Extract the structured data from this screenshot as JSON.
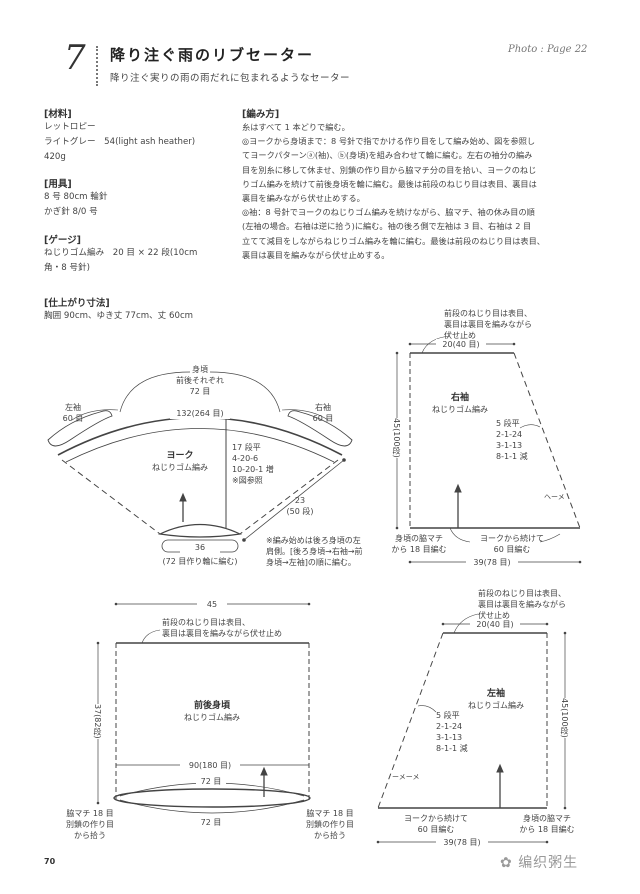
{
  "header": {
    "pattern_number": "7",
    "title": "降り注ぐ雨のリブセーター",
    "subtitle": "降り注ぐ実りの雨の雨だれに包まれるようなセーター",
    "photo_ref": "Photo : Page 22"
  },
  "materials": {
    "heading": "[材料]",
    "lines": [
      "レットロピー",
      "ライトグレー　54(light ash heather)",
      "420g"
    ]
  },
  "tools": {
    "heading": "[用具]",
    "lines": [
      "8 号 80cm 輪針",
      "かぎ針 8/0 号"
    ]
  },
  "gauge": {
    "heading": "[ゲージ]",
    "lines": [
      "ねじりゴム編み　20 目 × 22 段(10cm",
      "角・8 号針)"
    ]
  },
  "finished_size": {
    "heading": "[仕上がり寸法]",
    "lines": [
      "胸囲 90cm、ゆき丈 77cm、丈 60cm"
    ]
  },
  "instructions": {
    "heading": "[編み方]",
    "lines": [
      "糸はすべて 1 本どりで編む。",
      "◎ヨークから身頃まで：8 号針で指でかける作り目をして編み始め、図を参照し",
      "てヨークパターンⓐ(袖)、ⓑ(身頃)を組み合わせて輪に編む。左右の袖分の編み",
      "目を別糸に移して休ませ、別鎖の作り目から脇マチ分の目を拾い、ヨークのねじ",
      "りゴム編みを続けて前後身頃を輪に編む。最後は前段のねじり目は表目、裏目は",
      "裏目を編みながら伏せ止めする。",
      "◎袖：8 号針でヨークのねじりゴム編みを続けながら、脇マチ、袖の休み目の順",
      "(左袖の場合。右袖は逆に拾う)に編む。袖の後ろ側で左袖は 3 目、右袖は 2 目",
      "立てて減目をしながらねじりゴム編みを輪に編む。最後は前段のねじり目は表目、",
      "裏目は裏目を編みながら伏せ止めする。"
    ]
  },
  "yoke_diagram": {
    "body_label": [
      "身頃",
      "前後それぞれ",
      "72 目"
    ],
    "left_sleeve": [
      "左袖",
      "60 目"
    ],
    "right_sleeve": [
      "右袖",
      "60 目"
    ],
    "top_width": "132(264 目)",
    "title": "ヨーク",
    "stitch": "ねじりゴム編み",
    "rows_info": [
      "17 段平",
      "4-20-6",
      "10-20-1 増",
      "※図参照"
    ],
    "depth": [
      "23",
      "(50 段)"
    ],
    "bottom_width": "36",
    "cast_on": "(72 目作り輪に編む)",
    "note": [
      "※編み始めは後ろ身頃の左",
      "肩側。[後ろ身頃→右袖→前",
      "身頃→左袖]の順に編む。"
    ]
  },
  "right_sleeve_diagram": {
    "bind_off_note": [
      "前段のねじり目は表目、",
      "裏目は裏目を編みながら",
      "伏せ止め"
    ],
    "top_width": "20(40 目)",
    "title": "右袖",
    "stitch": "ねじりゴム編み",
    "length": "45(100段)",
    "decrease": [
      "5 段平",
      "2-1-24",
      "3-1-13",
      "8-1-1 減"
    ],
    "mark": "ヘーメ",
    "pickup_left": [
      "身頃の脇マチ",
      "から 18 目編む"
    ],
    "pickup_right": [
      "ヨークから続けて",
      "60 目編む"
    ],
    "bottom_width": "39(78 目)"
  },
  "body_diagram": {
    "width": "45",
    "bind_off_note": [
      "前段のねじり目は表目、",
      "裏目は裏目を編みながら伏せ止め"
    ],
    "title": "前後身頃",
    "stitch": "ねじりゴム編み",
    "length": "37(82段)",
    "chest": "90(180 目)",
    "top_stitches": "72 目",
    "bottom_stitches": "72 目",
    "gusset_left": [
      "脇マチ 18 目",
      "別鎖の作り目",
      "から拾う"
    ],
    "gusset_right": [
      "脇マチ 18 目",
      "別鎖の作り目",
      "から拾う"
    ]
  },
  "left_sleeve_diagram": {
    "bind_off_note": [
      "前段のねじり目は表目、",
      "裏目は裏目を編みながら",
      "伏せ止め"
    ],
    "top_width": "20(40 目)",
    "title": "左袖",
    "stitch": "ねじりゴム編み",
    "length": "45(100段)",
    "decrease": [
      "5 段平",
      "2-1-24",
      "3-1-13",
      "8-1-1 減"
    ],
    "mark": "ーメーメ",
    "pickup_left": [
      "ヨークから続けて",
      "60 目編む"
    ],
    "pickup_right": [
      "身頃の脇マチ",
      "から 18 目編む"
    ],
    "bottom_width": "39(78 目)"
  },
  "footer": {
    "page_number": "70",
    "watermark": "编织粥生"
  },
  "colors": {
    "ink": "#3a3a3a",
    "line": "#444444",
    "background": "#ffffff"
  }
}
